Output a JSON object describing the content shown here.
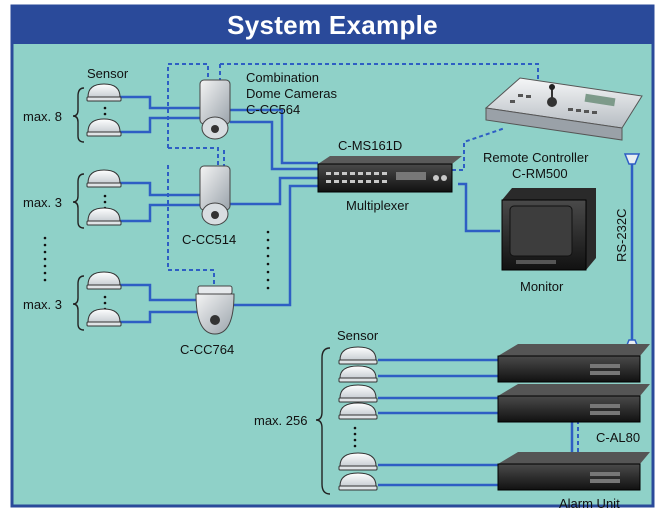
{
  "title": "System Example",
  "colors": {
    "background": "#8fd1c8",
    "banner": "#2a4a9a",
    "frame": "#2a4a9a",
    "wire": "#2e5ec4",
    "dashed_wire": "#2e5ec4"
  },
  "nodes": {
    "sensor_group_label": "Sensor",
    "max_8": "max. 8",
    "max_3_a": "max. 3",
    "max_3_b": "max. 3",
    "combo_line1": "Combination",
    "combo_line2": "Dome Cameras",
    "combo_line3": "C-CC564",
    "cam_514": "C-CC514",
    "cam_764": "C-CC764",
    "mux_model": "C-MS161D",
    "mux_name": "Multiplexer",
    "remote_line1": "Remote Controller",
    "remote_line2": "C-RM500",
    "monitor": "Monitor",
    "rs232": "RS-232C",
    "sensor_alarm_label": "Sensor",
    "max_256": "max. 256",
    "al80": "C-AL80",
    "alarm_unit": "Alarm Unit"
  }
}
